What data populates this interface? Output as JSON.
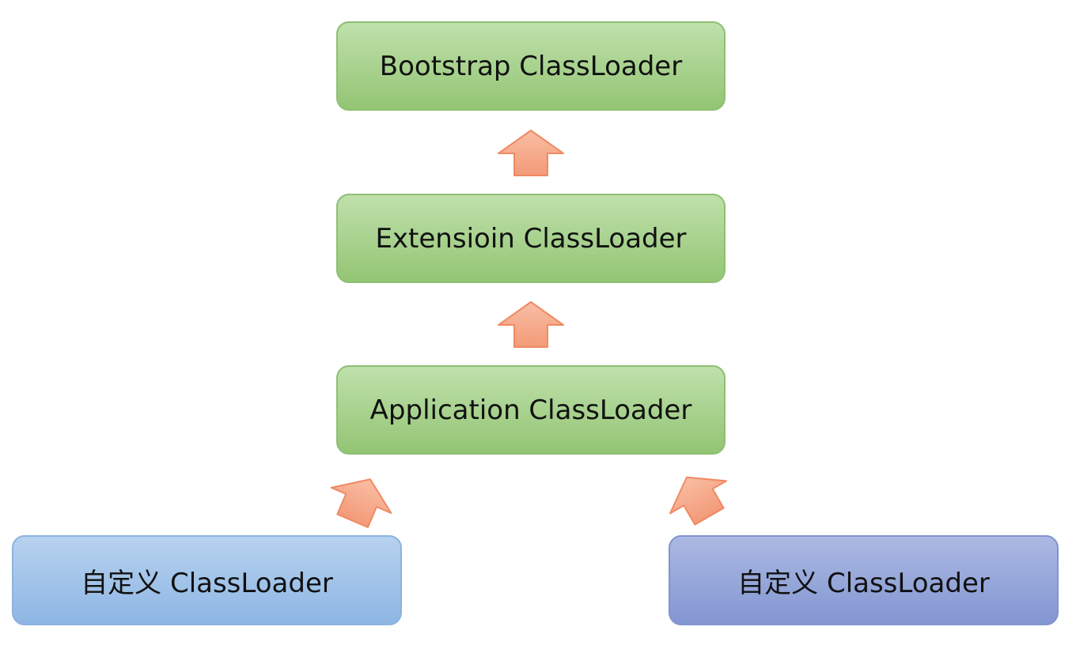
{
  "nodes": {
    "bootstrap": "Bootstrap ClassLoader",
    "extension": "Extensioin ClassLoader",
    "application": "Application ClassLoader",
    "custom_left": "自定义 ClassLoader",
    "custom_right": "自定义 ClassLoader"
  },
  "colors": {
    "node_green": "#a9d18e",
    "node_blue": "#a3c4ea",
    "node_purple": "#97a7da",
    "arrow_fill": "#f7a98a",
    "arrow_stroke": "#ef8a64"
  },
  "edges": [
    {
      "from": "extension",
      "to": "bootstrap"
    },
    {
      "from": "application",
      "to": "extension"
    },
    {
      "from": "custom_left",
      "to": "application"
    },
    {
      "from": "custom_right",
      "to": "application"
    }
  ]
}
